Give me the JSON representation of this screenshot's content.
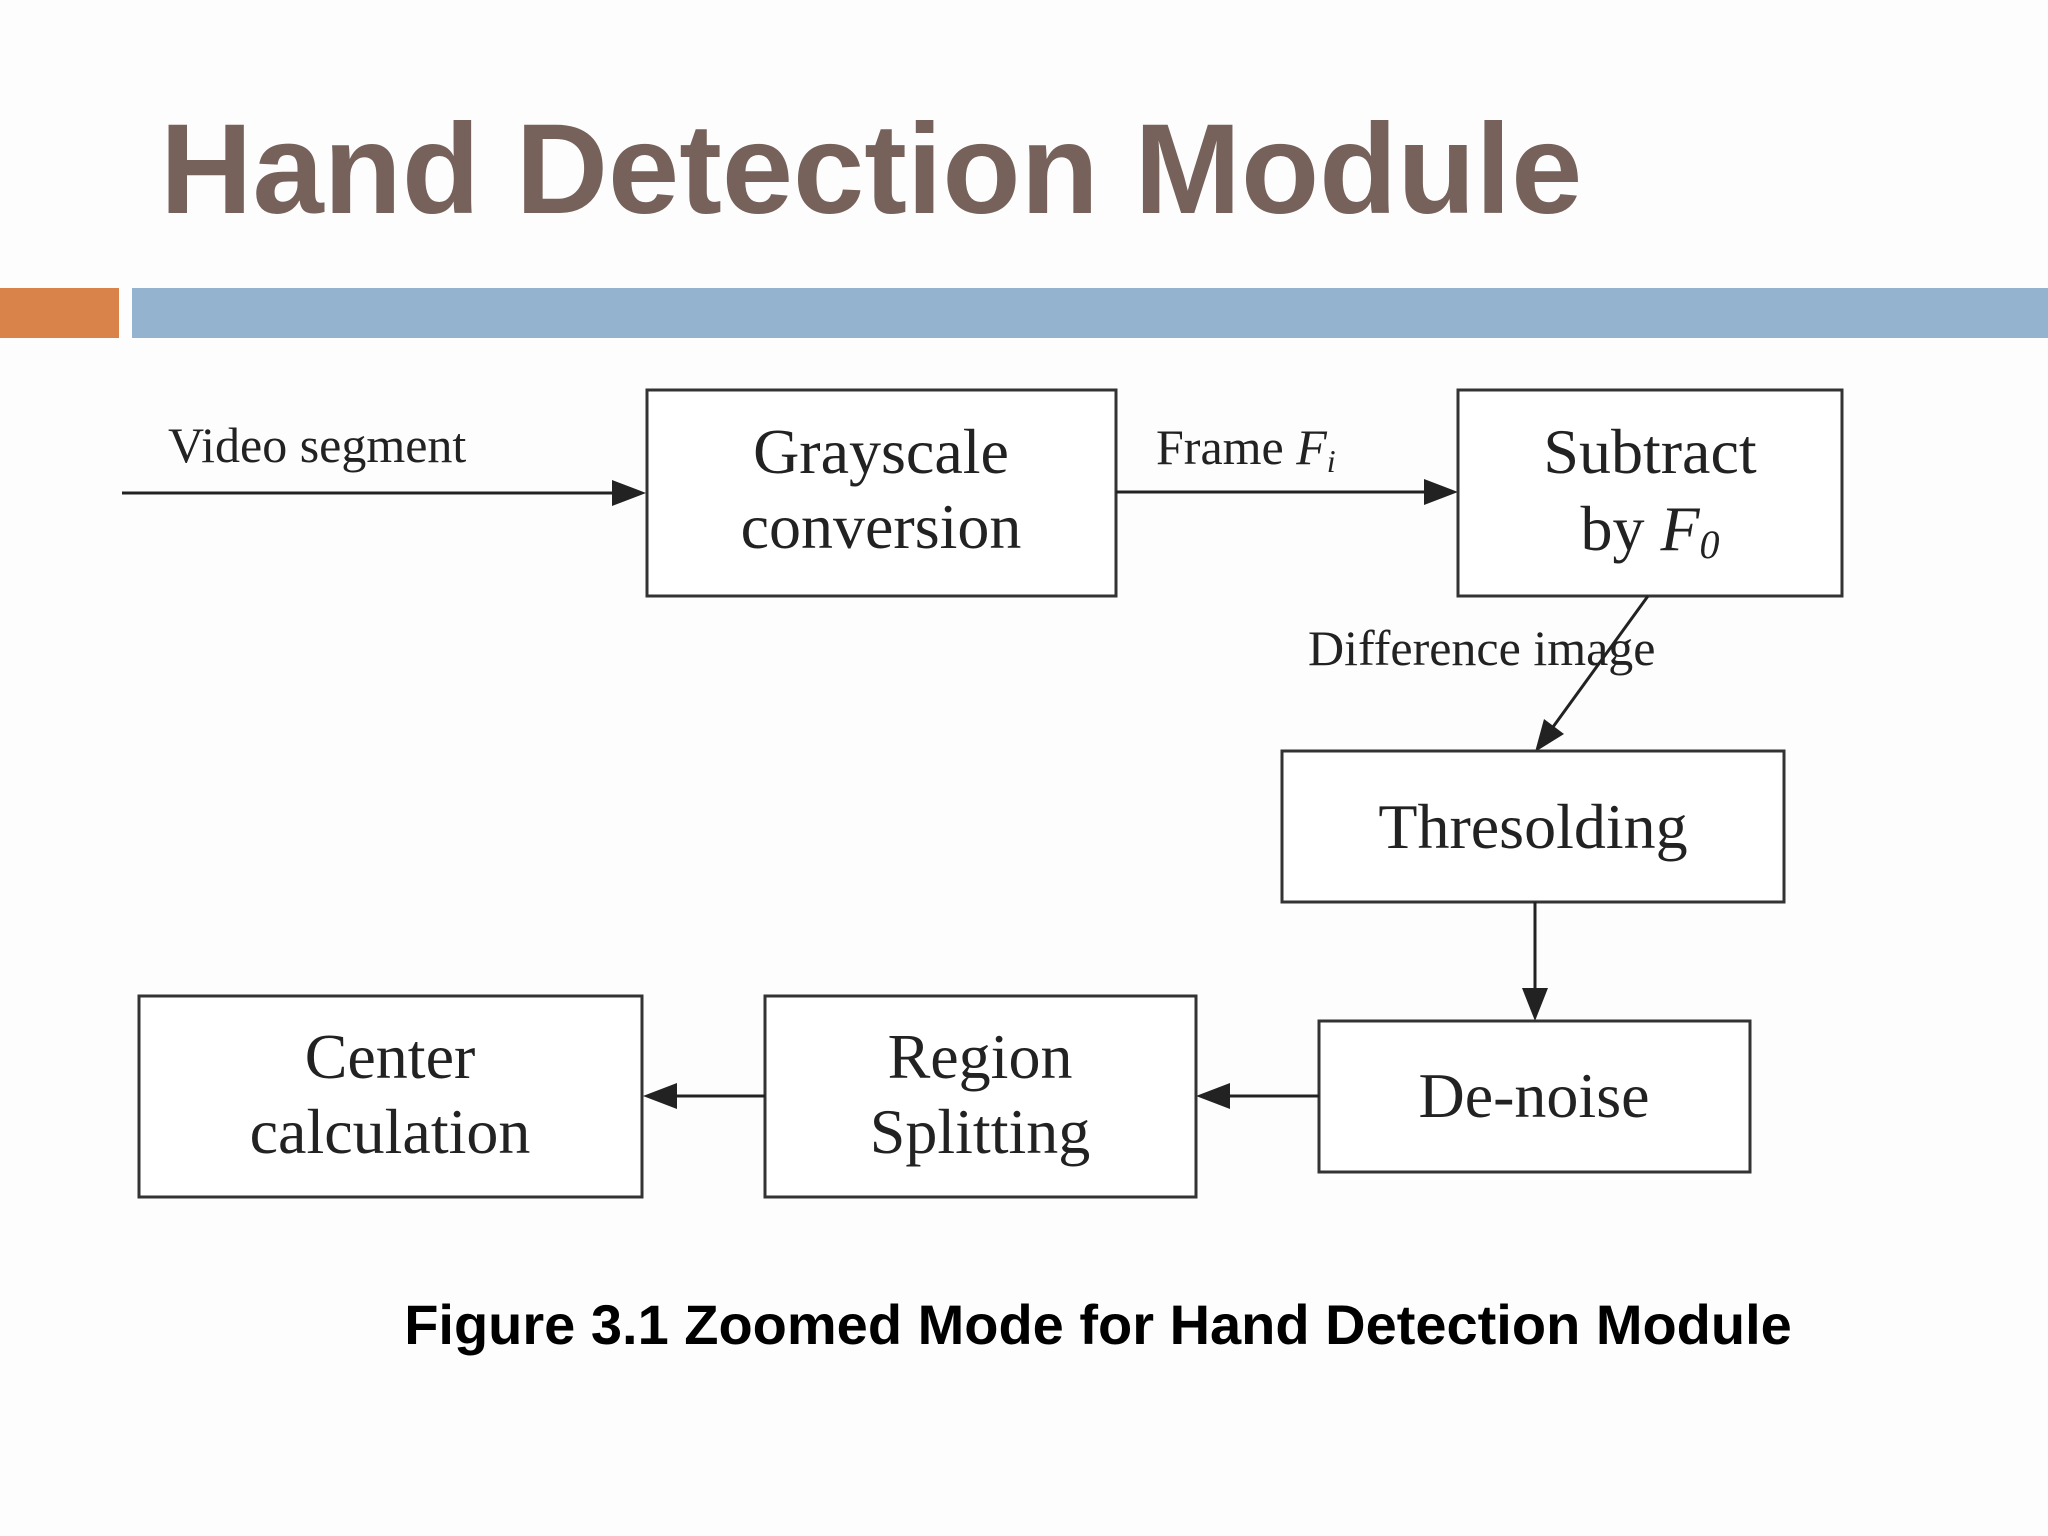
{
  "slide": {
    "title": "Hand Detection Module",
    "accent_colors": {
      "title": "#76625b",
      "bar_orange": "#d9824a",
      "bar_blue": "#93b3cf"
    }
  },
  "diagram": {
    "nodes": {
      "grayscale": {
        "line1": "Grayscale",
        "line2": "conversion"
      },
      "subtract": {
        "line1": "Subtract",
        "line2_prefix": "by ",
        "line2_var": "F",
        "line2_sub": "0"
      },
      "thresholding": {
        "label": "Thresolding"
      },
      "denoise": {
        "label": "De-noise"
      },
      "region_splitting": {
        "line1": "Region",
        "line2": "Splitting"
      },
      "center_calculation": {
        "line1": "Center",
        "line2": "calculation"
      }
    },
    "edges": {
      "video_segment": "Video segment",
      "frame_prefix": "Frame ",
      "frame_var": "F",
      "frame_sub": "i",
      "difference_image": "Difference image"
    }
  },
  "caption": "Figure 3.1 Zoomed Mode for Hand Detection Module"
}
